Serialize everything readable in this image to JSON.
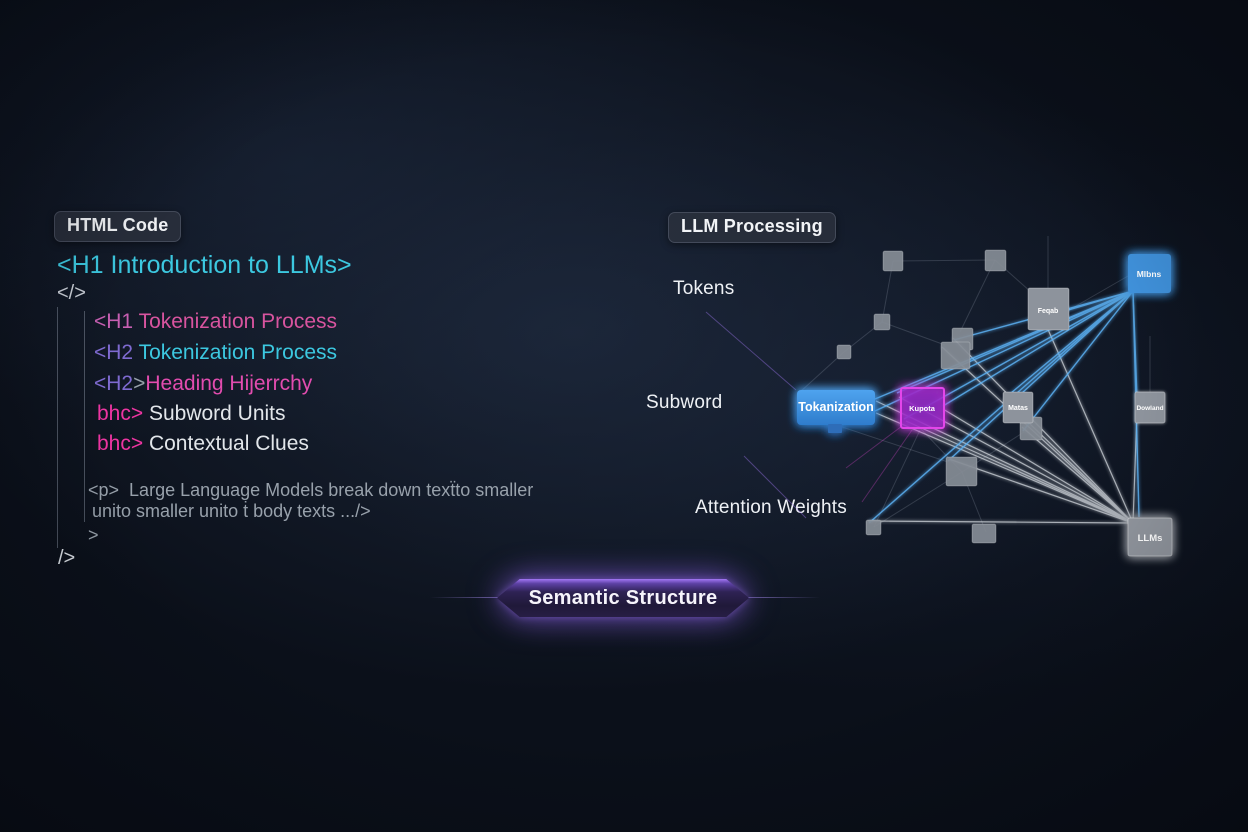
{
  "left_panel": {
    "badge": "HTML Code",
    "lines": {
      "h1_open": "<H1 Introduction to LLMs>",
      "close1": "</>",
      "l3_tag": "<H1",
      "l3_text": " Tokenization Process",
      "l4_tag": "<H2",
      "l4_text": " Tokenization Process",
      "l5_tag": "<H2",
      "l5_bracket": ">",
      "l5_text": "Heading Hijerrchy",
      "l6_tag": "bhc>",
      "l6_text": " Subword Units",
      "l7_tag": "bhc>",
      "l7_text": " Contextual Clues",
      "p_tag": "<p>",
      "p_text1": "  Large Language Models break down texẗto smaller",
      "p_text2": "unito smaller unito ṫ body texts .../>",
      "gt": ">",
      "close2": "/>"
    }
  },
  "right_panel": {
    "badge": "LLM Processing",
    "labels": {
      "tokens": "Tokens",
      "subword": "Subword",
      "attention": "Attention Weights"
    },
    "nodes": {
      "tokenization": "Tokanization",
      "embedding": "Kupota",
      "top_right": "Mlbns",
      "bottom_right": "LLMs",
      "feqab": "Feqab",
      "matas": "Matas",
      "dowland": "Dowland"
    }
  },
  "banner": {
    "label": "Semantic Structure"
  },
  "colors": {
    "background": "#0b101a",
    "cyan": "#3cc8e0",
    "pink": "#d8549f",
    "hot_pink": "#ee35a2",
    "purple_tag": "#7e6ad0",
    "code_gray": "#98a1ab",
    "blue_node": "#3f92dc",
    "magenta_node": "#e445ea",
    "gray_node": "#8a9099",
    "beam_blue": "#5cb2f5",
    "beam_white": "#e6ebf0",
    "banner_purple": "#8b5cf6"
  }
}
